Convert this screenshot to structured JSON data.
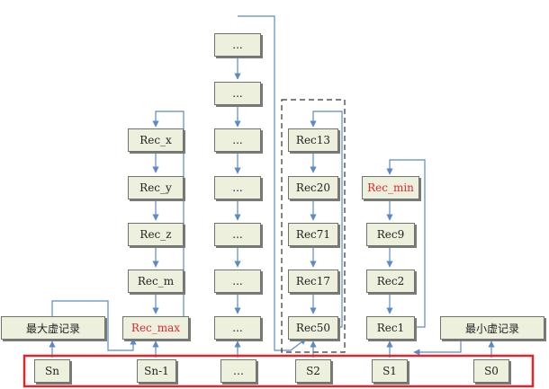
{
  "colors": {
    "connector": "#5b8ac7",
    "frame": "#e0262a",
    "highlight_text": "#e0262a",
    "box_fill": "#eef0de"
  },
  "slots": [
    "Sn",
    "Sn-1",
    "…",
    "S2",
    "S1",
    "S0"
  ],
  "max_virtual_record": "最大虚记录",
  "min_virtual_record": "最小虚记录",
  "columns": {
    "sn1": [
      "Rec_x",
      "Rec_y",
      "Rec_z",
      "Rec_m",
      "Rec_max"
    ],
    "dots": [
      "...",
      "...",
      "...",
      "...",
      "...",
      "...",
      "..."
    ],
    "s2": [
      "Rec13",
      "Rec20",
      "Rec71",
      "Rec17",
      "Rec50"
    ],
    "s1": [
      "Rec_min",
      "Rec9",
      "Rec2",
      "Rec1"
    ]
  }
}
